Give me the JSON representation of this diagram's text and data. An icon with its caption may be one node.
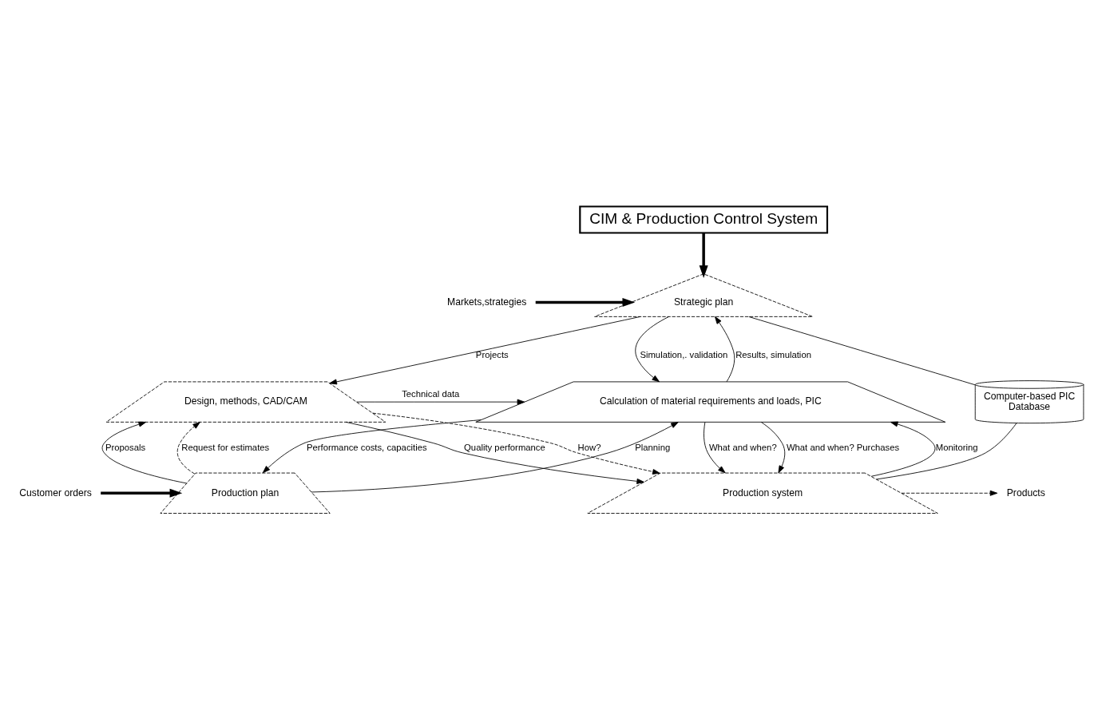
{
  "diagram": {
    "nodes": [
      {
        "text": [
          "CIM & Production Control System"
        ]
      },
      {
        "text": [
          "Strategic plan"
        ]
      },
      {
        "text": [
          "Production plan"
        ]
      },
      {
        "text": [
          "Design, methods, CAD/CAM"
        ]
      },
      {
        "text": [
          "Calculation of material requirements and loads, PIC"
        ]
      },
      {
        "text": [
          "Production system"
        ]
      },
      {
        "text": [
          "Computer-based PIC",
          "Database"
        ]
      },
      {
        "text": [
          "Markets,strategies"
        ]
      },
      {
        "text": [
          "Customer orders"
        ]
      },
      {
        "text": [
          "Products"
        ]
      }
    ],
    "edges": [
      {
        "from": 0,
        "to": 1,
        "arrow": "to",
        "style": "thick"
      },
      {
        "from": 7,
        "to": 1,
        "arrow": "to",
        "style": "thick"
      },
      {
        "from": 8,
        "to": 2,
        "arrow": "to",
        "style": "thick"
      },
      {
        "from": 1,
        "to": 3,
        "arrow": "to",
        "label": "Projects"
      },
      {
        "from": 2,
        "to": 3,
        "arrow": "to",
        "label": "Proposals"
      },
      {
        "from": 2,
        "to": 3,
        "arrow": "to",
        "label": "Request for estimates",
        "style": "dashed"
      },
      {
        "from": 2,
        "to": 4,
        "arrow": "to",
        "label": "Planning"
      },
      {
        "from": 4,
        "to": 2,
        "arrow": "to",
        "label": "Performance costs, capacities"
      },
      {
        "from": 3,
        "to": 4,
        "arrow": "to",
        "label": "Technical data"
      },
      {
        "from": 1,
        "to": 4,
        "arrow": "to",
        "label": "Simulation,. validation"
      },
      {
        "from": 4,
        "to": 1,
        "arrow": "to",
        "label": "Results, simulation"
      },
      {
        "from": 6,
        "to": 1,
        "arrow": "none"
      },
      {
        "from": 3,
        "to": 5,
        "arrow": "to",
        "label": "Quality performance"
      },
      {
        "from": 3,
        "to": 5,
        "arrow": "to",
        "label": "How?",
        "style": "dashed"
      },
      {
        "from": 5,
        "to": 4,
        "arrow": "to",
        "label": "Monitoring"
      },
      {
        "from": 4,
        "to": 5,
        "arrow": "to",
        "label": "What and when?"
      },
      {
        "from": 4,
        "to": 5,
        "arrow": "to",
        "label": "What and when? Purchases"
      },
      {
        "from": 5,
        "to": 6,
        "arrow": "none"
      },
      {
        "from": 5,
        "to": 9,
        "arrow": "to",
        "style": "dashed"
      }
    ]
  }
}
